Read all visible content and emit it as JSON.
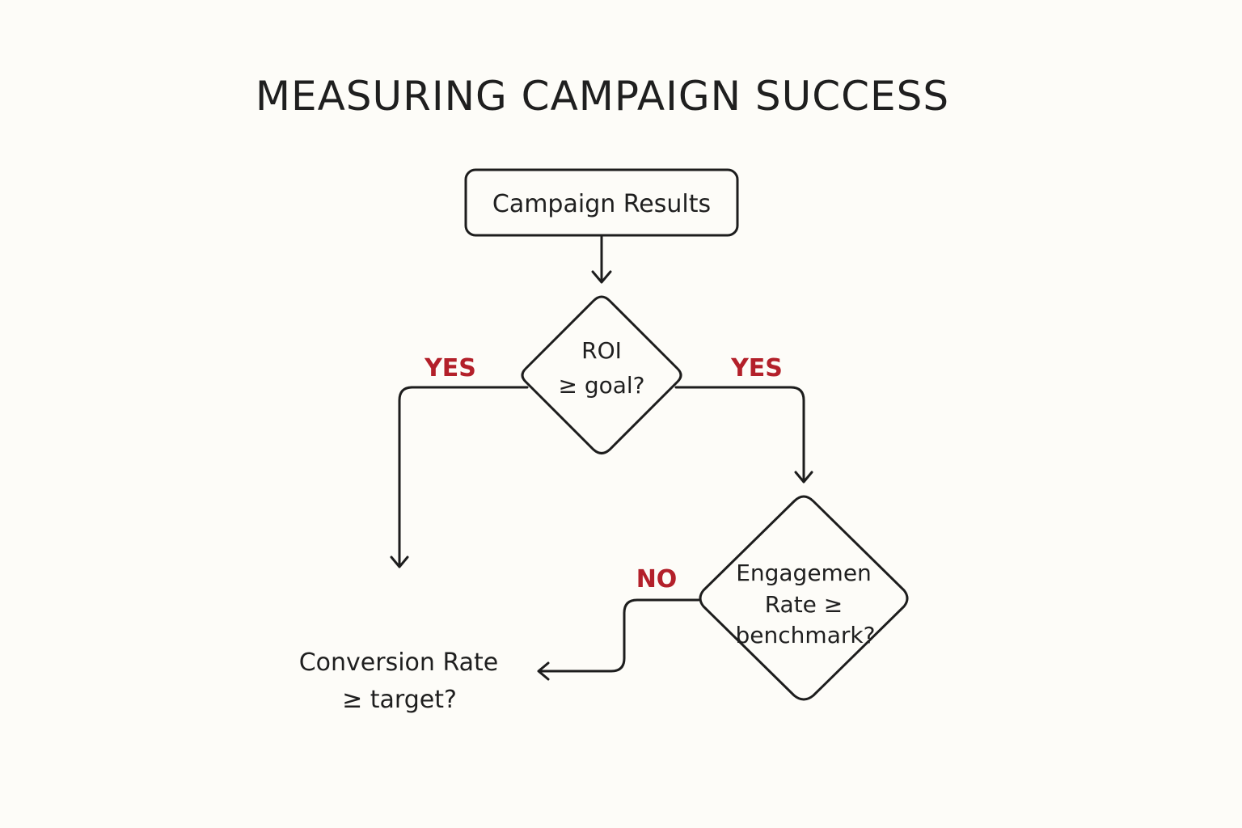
{
  "title": "MEASURING CAMPAIGN SUCCESS",
  "nodes": {
    "campaign_results": "Campaign Results",
    "roi": {
      "line1": "ROI",
      "line2": "≥ goal?"
    },
    "engagement": {
      "line1": "Engagemen",
      "line2": "Rate ≥",
      "line3": "benchmark?"
    },
    "conversion": {
      "line1": "Conversion Rate",
      "line2": "≥ target?"
    }
  },
  "labels": {
    "roi_left": "YES",
    "roi_right": "YES",
    "engagement_left": "NO"
  },
  "colors": {
    "background": "#fdfcf8",
    "stroke": "#1d1d1d",
    "branch_label": "#b3202a"
  }
}
